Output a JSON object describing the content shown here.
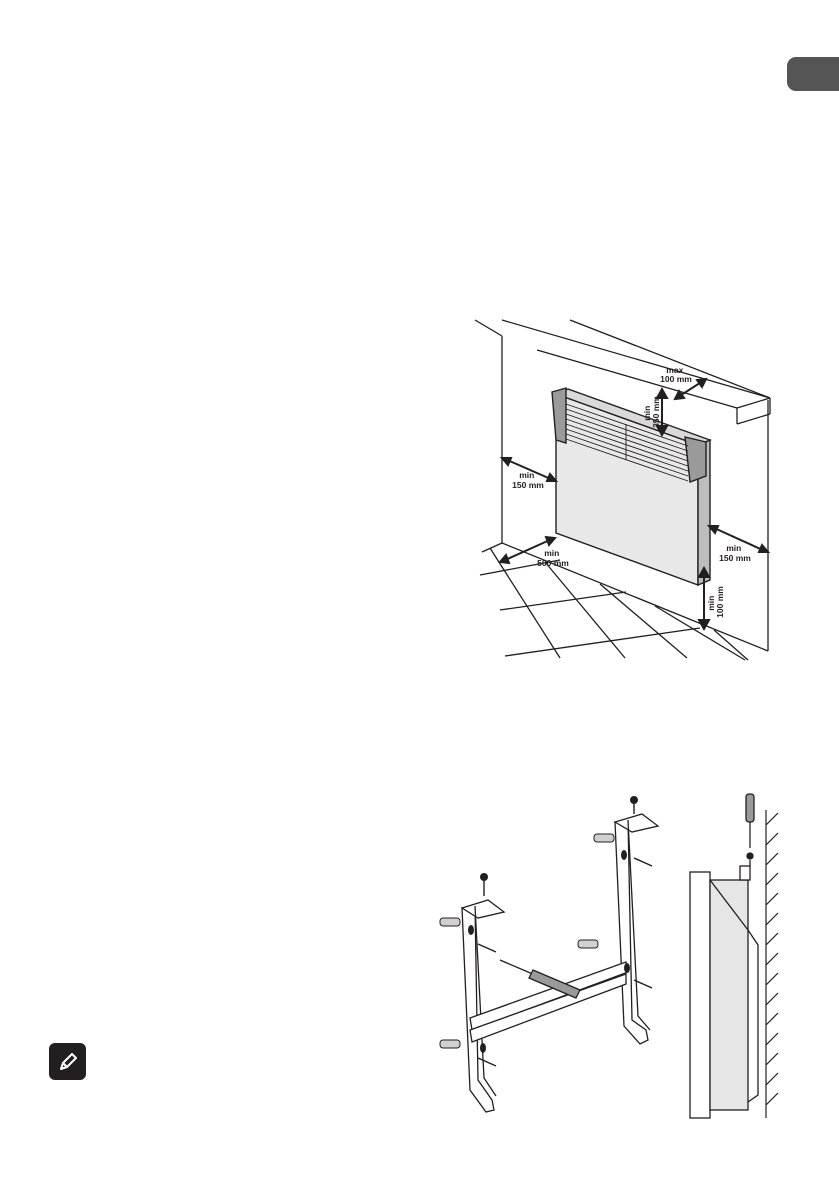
{
  "section_tab": {
    "color": "#555555"
  },
  "clearance_figure": {
    "labels": {
      "top_max": [
        "max",
        "100 mm"
      ],
      "top_min": [
        "min",
        "350 mm"
      ],
      "left_min": [
        "min",
        "150 mm"
      ],
      "front_min": [
        "min",
        "500 mm"
      ],
      "right_min": [
        "min",
        "150 mm"
      ],
      "floor_min": [
        "min",
        "100 mm"
      ]
    }
  },
  "mounting_figure": {
    "icon": "screwdriver-icon"
  },
  "note": {
    "icon": "pencil-icon"
  }
}
